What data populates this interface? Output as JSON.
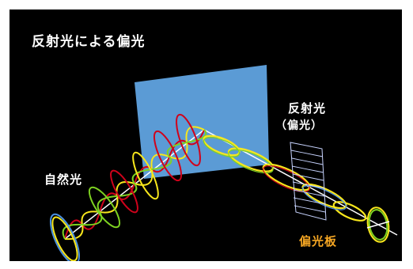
{
  "title": "反射光による偏光",
  "labels": {
    "natural_light": "自然光",
    "reflected_light": "反射光",
    "polarized": "（偏光）",
    "polarizer": "偏光板"
  },
  "colors": {
    "background": "#000000",
    "page": "#ffffff",
    "surface": "#5b9bd5",
    "text": "#ffffff",
    "polarizer_label": "#f5a623",
    "wave_red": "#d0021b",
    "wave_yellow": "#f8e71c",
    "wave_green": "#7ed321",
    "wave_blue": "#4a90e2",
    "ray": "#ffffff"
  }
}
